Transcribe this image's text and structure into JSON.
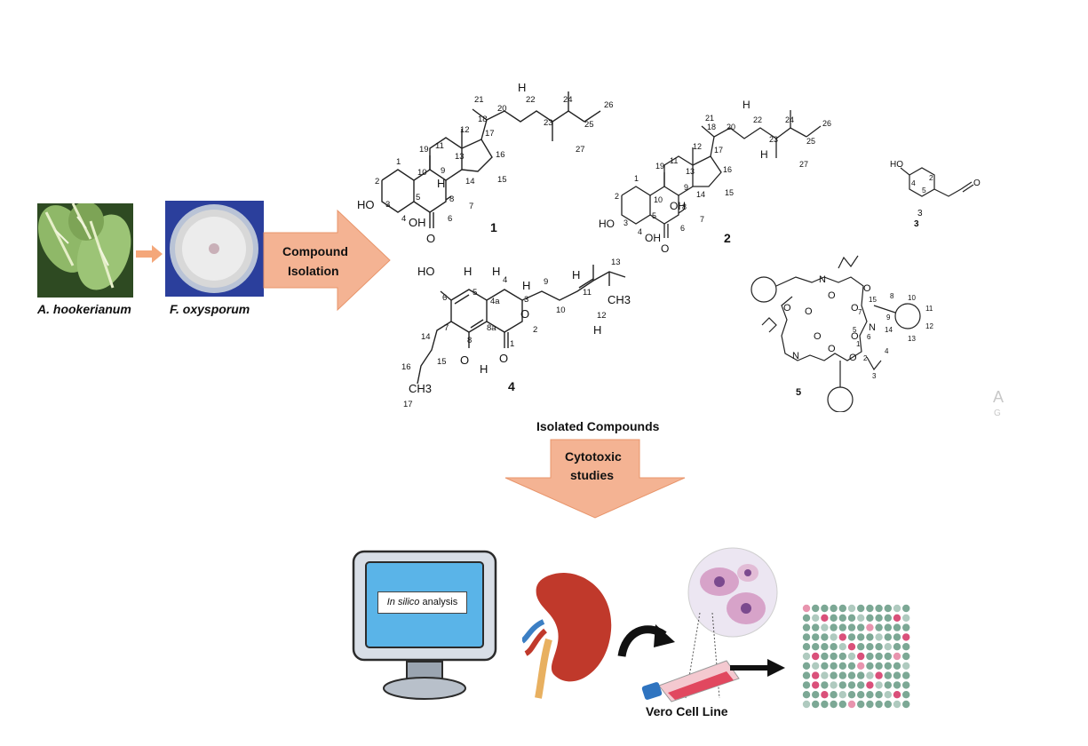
{
  "source": {
    "plant_label": "A. hookerianum",
    "fungus_label": "F. oxysporum"
  },
  "steps": {
    "isolation_line1": "Compound",
    "isolation_line2": "Isolation",
    "cytotoxic_line1": "Cytotoxic",
    "cytotoxic_line2": "studies",
    "isolated_compounds": "Isolated Compounds"
  },
  "compounds": {
    "c1": "1",
    "c2": "2",
    "c3": "3",
    "c4": "4",
    "c5": "5"
  },
  "structures": {
    "c1_groups": [
      "HO",
      "OH",
      "H",
      "H",
      "O"
    ],
    "c1_numbers": [
      "1",
      "2",
      "3",
      "4",
      "5",
      "6",
      "7",
      "8",
      "9",
      "10",
      "11",
      "12",
      "13",
      "14",
      "15",
      "16",
      "17",
      "18",
      "19",
      "20",
      "21",
      "22",
      "23",
      "24",
      "25",
      "26",
      "27"
    ],
    "c3_groups": [
      "HO"
    ],
    "c3_numbers": [
      "2",
      "3",
      "4",
      "5"
    ],
    "c4_groups": [
      "HO",
      "H",
      "H",
      "H",
      "H",
      "CH3",
      "CH3",
      "O",
      "O",
      "O",
      "H",
      "H"
    ],
    "c4_numbers": [
      "4a",
      "8a",
      "1",
      "2",
      "3",
      "4",
      "5",
      "6",
      "7",
      "8",
      "9",
      "10",
      "11",
      "12",
      "13",
      "14",
      "15",
      "16",
      "17"
    ],
    "c5_groups": [
      "N",
      "N",
      "N",
      "O",
      "O",
      "O",
      "O",
      "O",
      "O",
      "O",
      "O",
      "O"
    ],
    "c5_numbers": [
      "1",
      "2",
      "3",
      "4",
      "5",
      "6",
      "7",
      "8",
      "9",
      "10",
      "11",
      "12",
      "13",
      "14",
      "15"
    ]
  },
  "methods": {
    "silico_italic": "In silico",
    "silico_rest": " analysis",
    "cell_line": "Vero Cell Line"
  },
  "stray": {
    "a": "A",
    "g": "G"
  },
  "colors": {
    "arrow_fill": "#f4b393",
    "arrow_stroke": "#e8956b",
    "plant_arrow": "#f4a77a",
    "kidney": "#c0392b",
    "well_pink": "#d63d6b",
    "well_green": "#6e9e8a"
  }
}
